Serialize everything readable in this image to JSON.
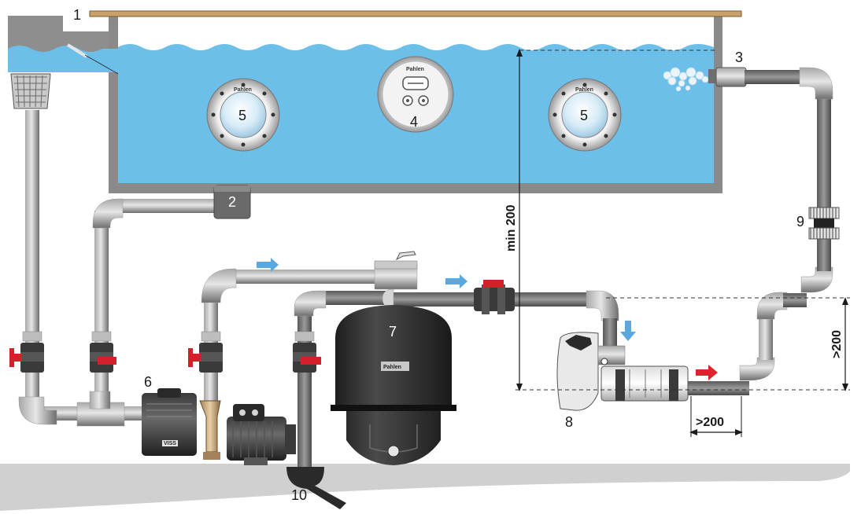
{
  "callouts": {
    "c1": "1",
    "c2": "2",
    "c3": "3",
    "c4": "4",
    "c5a": "5",
    "c5b": "5",
    "c6": "6",
    "c7": "7",
    "c8": "8",
    "c9": "9",
    "c10": "10"
  },
  "dimensions": {
    "height_min": "min 200",
    "height_right": ">200",
    "length_bottom": ">200"
  },
  "brands": {
    "filter": "Pahlen",
    "pump": "VISS",
    "light": "Pahlen",
    "nozzle": "Pahlen"
  },
  "colors": {
    "water": "#6cbfe9",
    "pool_wall": "#8a8a8a",
    "pipe": "#7d7d7d",
    "fitting": "#d5d5d5",
    "valve_red": "#d3202a",
    "flow_arrow": "#5aa8e0",
    "hot_arrow": "#d9252b",
    "filter_tank": "#2f2f2f",
    "ground": "#cfcfcf"
  }
}
